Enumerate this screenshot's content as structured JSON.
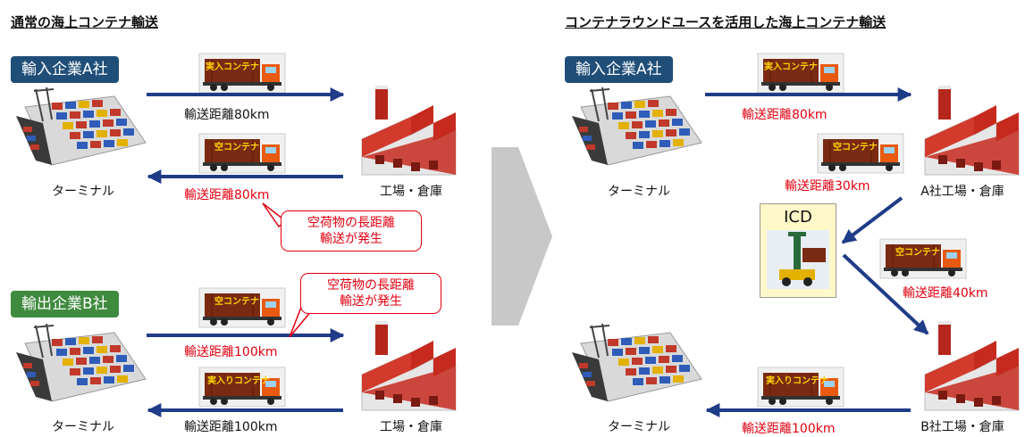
{
  "left": {
    "title": "通常の海上コンテナ輸送",
    "import_company": "輸入企業A社",
    "export_company": "輸出企業B社",
    "route1": {
      "distance": "輸送距離80km",
      "container": "実入コンテナ"
    },
    "route2": {
      "distance": "輸送距離80km",
      "container": "空コンテナ"
    },
    "route3": {
      "distance": "輸送距離100km",
      "container": "空コンテナ"
    },
    "route4": {
      "distance": "輸送距離100km",
      "container": "実入りコンテナ"
    },
    "terminal_label_top": "ターミナル",
    "terminal_label_bottom": "ターミナル",
    "factory_label_top": "工場・倉庫",
    "factory_label_bottom": "工場・倉庫",
    "callout_top": [
      "空荷物の長距離",
      "輸送が発生"
    ],
    "callout_bottom": [
      "空荷物の長距離",
      "輸送が発生"
    ]
  },
  "right": {
    "title": "コンテナラウンドユースを活用した海上コンテナ輸送",
    "import_company": "輸入企業A社",
    "route1": {
      "distance": "輸送距離80km",
      "container": "実入コンテナ"
    },
    "route2": {
      "distance": "輸送距離30km",
      "container": "空コンテナ"
    },
    "route3": {
      "distance": "輸送距離40km",
      "container": "空コンテナ"
    },
    "route4": {
      "distance": "輸送距離100km",
      "container": "実入りコンテナ"
    },
    "terminal_label_top": "ターミナル",
    "terminal_label_bottom": "ターミナル",
    "factory_a_label": "A社工場・倉庫",
    "factory_b_label": "B社工場・倉庫",
    "icd_label": "ICD"
  },
  "colors": {
    "import_badge": "#1f4e79",
    "export_badge": "#3e8a3e",
    "arrow": "#1f3c88",
    "highlight_text": "#e3000f",
    "transition_arrow": "#c8c8c8",
    "container": "#7a2a12",
    "truck_cab": "#e85a10",
    "factory_wall": "#c62a1e"
  },
  "icons": [
    "terminal-icon",
    "factory-icon",
    "truck-icon",
    "reach-stacker-icon",
    "transition-arrow-icon"
  ]
}
